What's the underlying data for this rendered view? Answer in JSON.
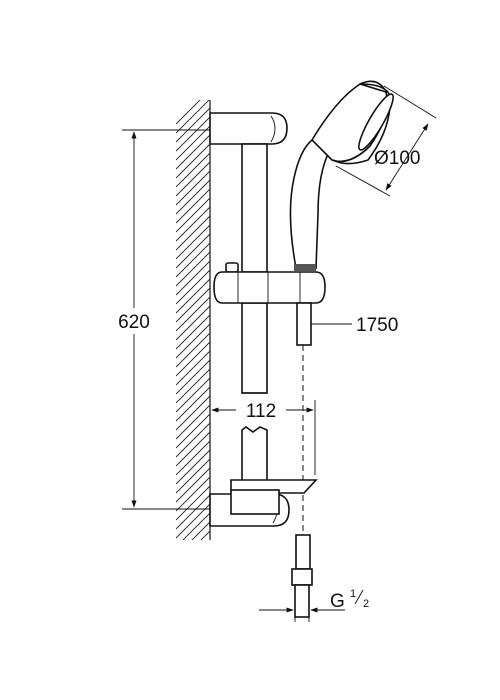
{
  "dimensions": {
    "rail_length": "620",
    "hose_length": "1750",
    "head_diameter": "Ø100",
    "wall_offset": "112",
    "connection_thread": "G",
    "connection_fraction_num": "1",
    "connection_fraction_den": "2"
  }
}
